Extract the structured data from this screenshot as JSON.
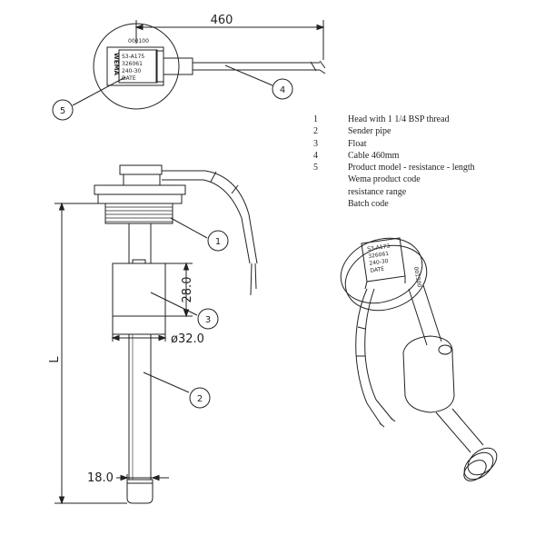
{
  "dimensions": {
    "cable_length": "460",
    "float_height": "28.0",
    "float_diameter": "ø32.0",
    "pipe_end_diameter": "18.0",
    "length": "L"
  },
  "callouts": [
    "1",
    "2",
    "3",
    "4",
    "5"
  ],
  "detail_label": {
    "model": "S3-A175",
    "code": "326061",
    "range": "240-30",
    "batch": "DATE",
    "brand": "WEMA",
    "top": "000100"
  },
  "iso_label": {
    "model": "S3-A173",
    "code": "326061",
    "range": "240-30",
    "batch": "DATE",
    "side": "001300"
  },
  "legend": [
    {
      "num": "1",
      "text": "Head with 1 1/4 BSP thread"
    },
    {
      "num": "2",
      "text": "Sender pipe"
    },
    {
      "num": "3",
      "text": "Float"
    },
    {
      "num": "4",
      "text": "Cable 460mm"
    },
    {
      "num": "5",
      "text": "Product model - resistance - length"
    },
    {
      "num": "",
      "text": "Wema product code"
    },
    {
      "num": "",
      "text": "resistance range"
    },
    {
      "num": "",
      "text": "Batch code"
    }
  ],
  "colors": {
    "line": "#222222",
    "background": "#ffffff"
  }
}
